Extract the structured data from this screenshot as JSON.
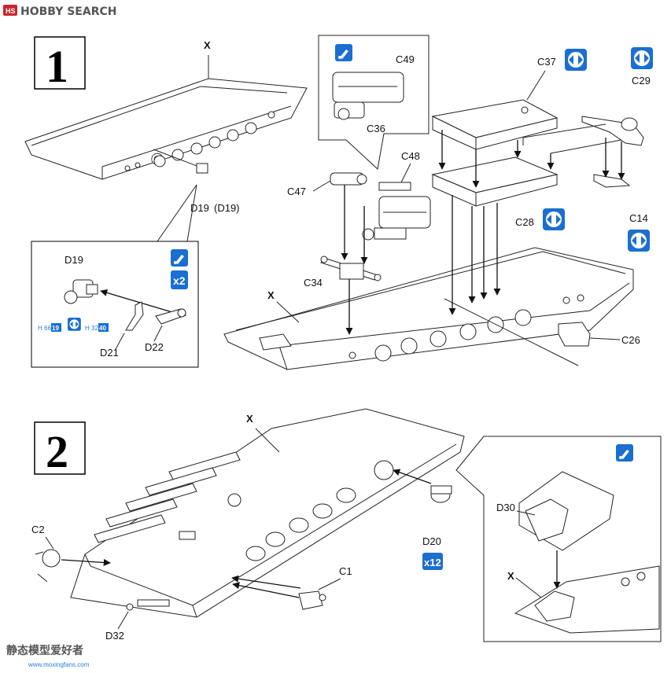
{
  "watermark_top": "HOBBY SEARCH",
  "watermark_bottom": "静态模型爱好者",
  "watermark_url": "www.moxingfans.com",
  "step1": {
    "number": "1",
    "labels": {
      "x_top": "X",
      "x_hull": "X",
      "d19_main": "D19",
      "d19_alt": "(D19)",
      "c49": "C49",
      "c36": "C36",
      "c48": "C48",
      "c47": "C47",
      "c34": "C34",
      "c37": "C37",
      "c29": "C29",
      "c28": "C28",
      "c14": "C14",
      "c26": "C26",
      "d19_inset": "D19",
      "d21": "D21",
      "d22": "D22"
    },
    "inset_multiplier": "x2",
    "paint_ref_left": "H 66",
    "paint_ref_left_num": "19",
    "paint_ref_right": "H 32",
    "paint_ref_right_num": "40"
  },
  "step2": {
    "number": "2",
    "labels": {
      "x_hull": "X",
      "c2": "C2",
      "c1": "C1",
      "d20": "D20",
      "d32": "D32",
      "d30": "D30",
      "x_inset": "X"
    },
    "d20_multiplier": "x12"
  },
  "icons": {
    "glue": "glue-icon",
    "choose": "option-choice-icon"
  },
  "colors": {
    "icon_blue": "#1a6fd0",
    "line": "#222222"
  }
}
